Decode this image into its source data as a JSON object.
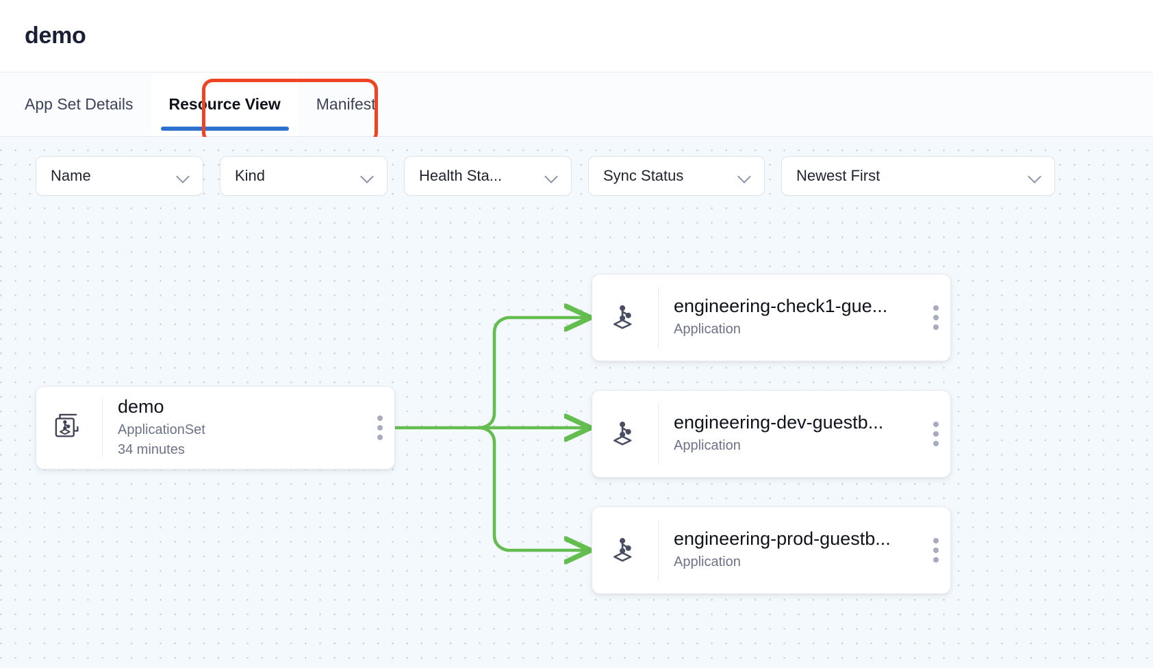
{
  "header": {
    "title": "demo"
  },
  "tabs": [
    {
      "id": "app-set-details",
      "label": "App Set Details",
      "active": false
    },
    {
      "id": "resource-view",
      "label": "Resource View",
      "active": true
    },
    {
      "id": "manifest",
      "label": "Manifest",
      "active": false
    }
  ],
  "filters": {
    "name": {
      "label": "Name",
      "icon": "chevron-down-icon"
    },
    "kind": {
      "label": "Kind",
      "icon": "chevron-down-icon"
    },
    "health": {
      "label": "Health Sta...",
      "icon": "chevron-down-icon"
    },
    "sync": {
      "label": "Sync Status",
      "icon": "chevron-down-icon"
    },
    "sort": {
      "label": "Newest First",
      "icon": "chevron-down-icon"
    }
  },
  "graph": {
    "root": {
      "name": "demo",
      "kind": "ApplicationSet",
      "age": "34 minutes",
      "icon": "application-set-icon",
      "menu_icon": "kebab-menu-icon"
    },
    "children": [
      {
        "name": "engineering-check1-gue...",
        "kind": "Application",
        "icon": "application-icon",
        "menu_icon": "kebab-menu-icon"
      },
      {
        "name": "engineering-dev-guestb...",
        "kind": "Application",
        "icon": "application-icon",
        "menu_icon": "kebab-menu-icon"
      },
      {
        "name": "engineering-prod-guestb...",
        "kind": "Application",
        "icon": "application-icon",
        "menu_icon": "kebab-menu-icon"
      }
    ]
  },
  "colors": {
    "edge_green": "#63bd4f",
    "tab_active_underline": "#2f6fd0",
    "annotation_ring": "#ef4423",
    "canvas_background": "#f4f9fd",
    "canvas_dot": "#c9ced8",
    "kebab_dot": "#a6abc2"
  }
}
